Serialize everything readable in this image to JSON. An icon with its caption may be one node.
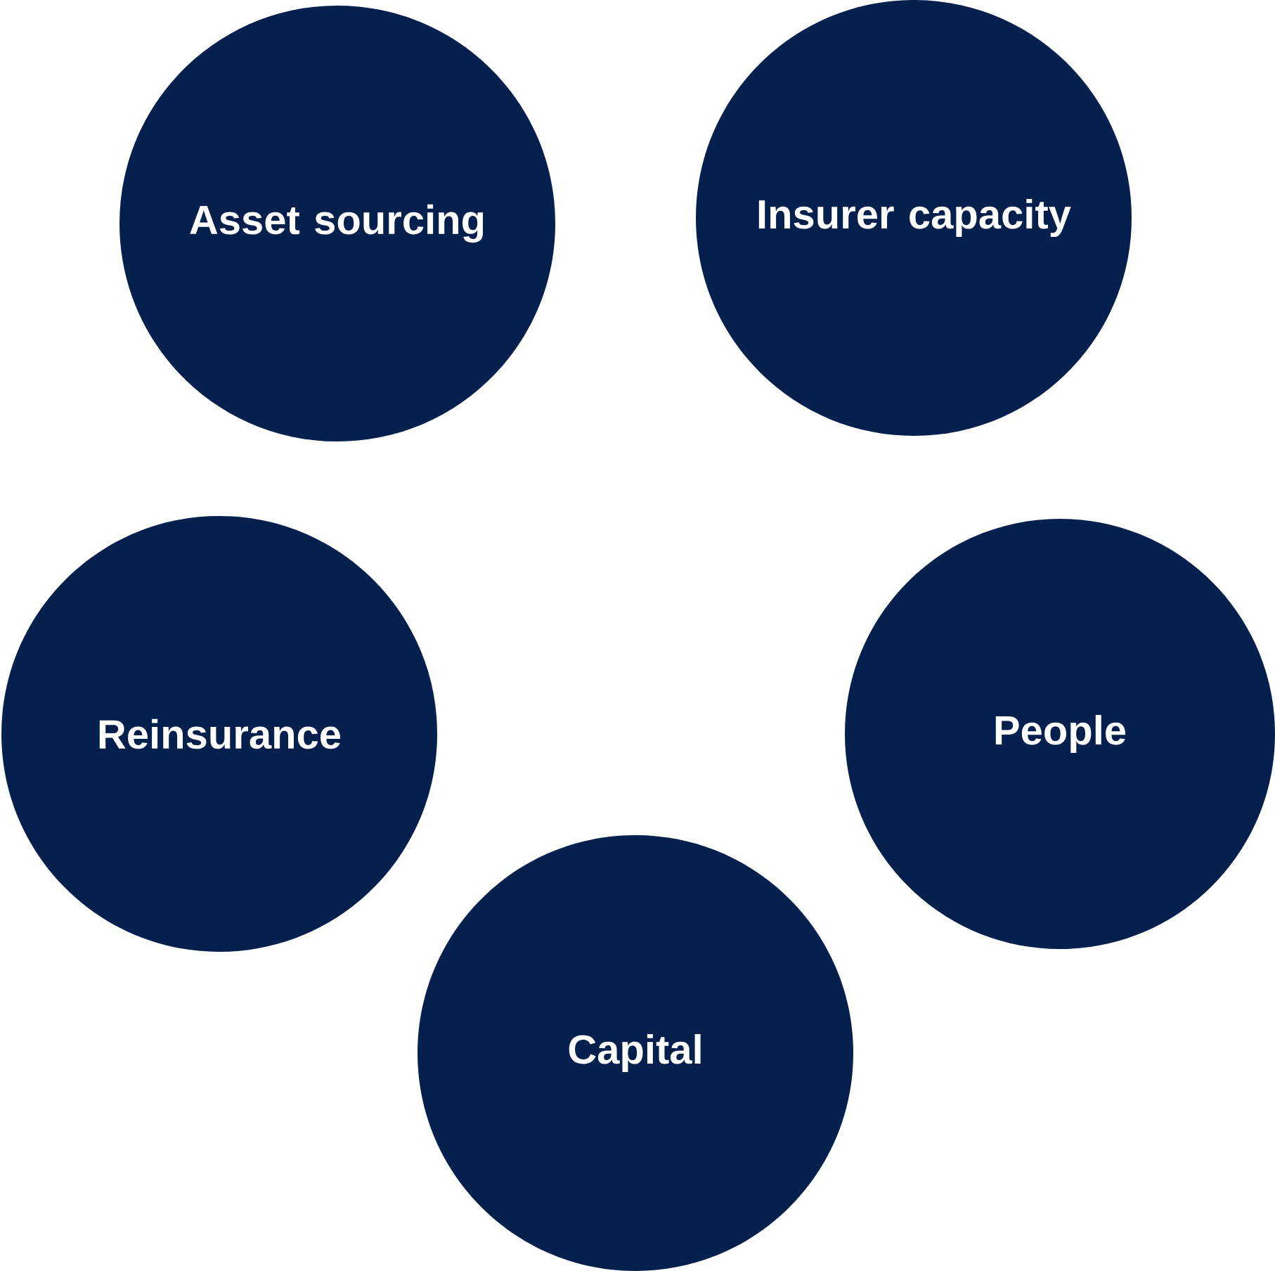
{
  "diagram": {
    "nodes": [
      {
        "text": [
          "Asset sourcing"
        ]
      },
      {
        "text": [
          "Insurer capacity"
        ]
      },
      {
        "text": [
          "Reinsurance"
        ]
      },
      {
        "text": [
          "People"
        ]
      },
      {
        "text": [
          "Capital"
        ]
      }
    ]
  }
}
